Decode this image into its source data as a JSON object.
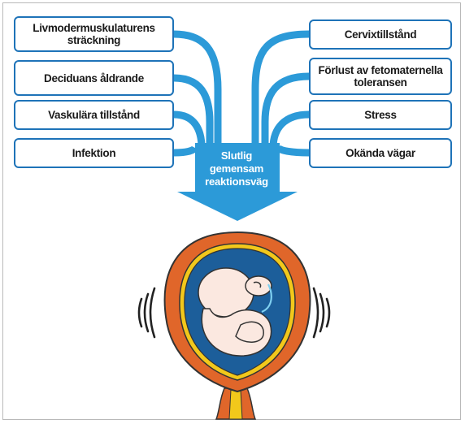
{
  "left_factors": [
    "Livmodermuskulaturens sträckning",
    "Deciduans åldrande",
    "Vaskulära tillstånd",
    "Infektion"
  ],
  "right_factors": [
    "Cervixtillstånd",
    "Förlust av fetomaternella toleransen",
    "Stress",
    "Okända vägar"
  ],
  "center": {
    "line1": "Slutlig",
    "line2": "gemensam",
    "line3": "reaktionsväg"
  },
  "colors": {
    "box_border": "#1e73b8",
    "flow": "#2c9ad8",
    "uterus": "#e0662a",
    "membrane": "#f2c81b",
    "amniotic": "#1c5e9a",
    "fetus": "#fbe8e0"
  }
}
